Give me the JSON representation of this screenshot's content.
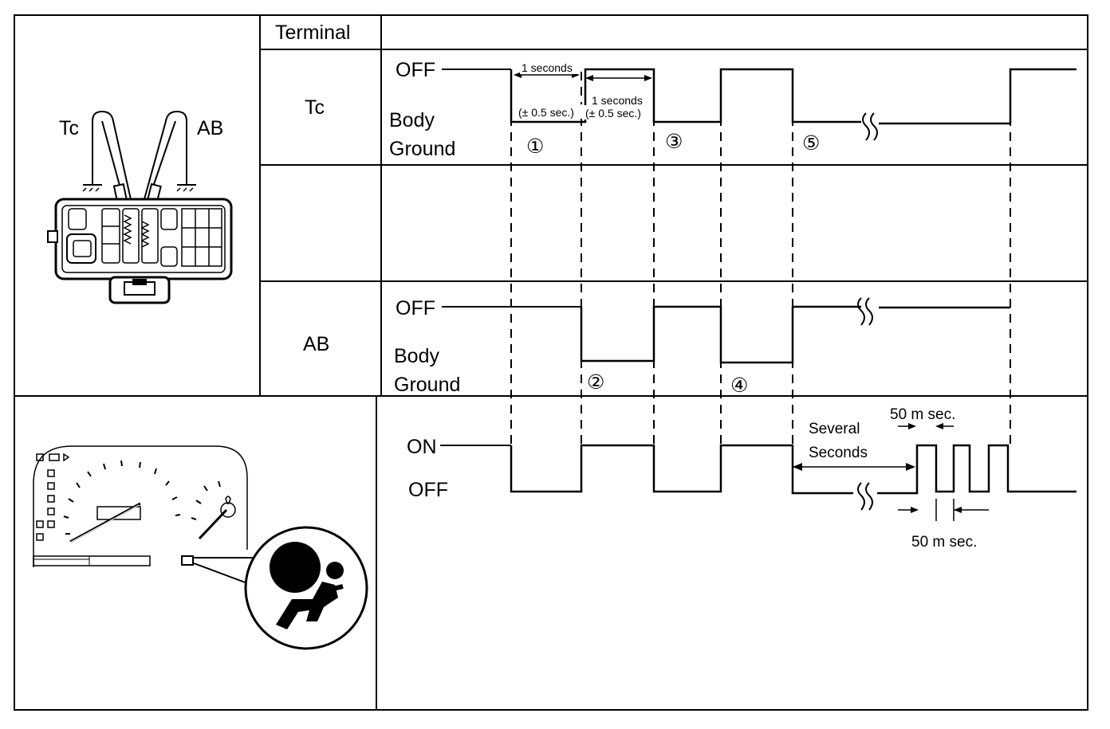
{
  "header": {
    "terminal": "Terminal"
  },
  "rows": {
    "tc": {
      "name": "Tc",
      "off": "OFF",
      "body": "Body",
      "ground": "Ground"
    },
    "ab": {
      "name": "AB",
      "off": "OFF",
      "body": "Body",
      "ground": "Ground"
    },
    "light": {
      "on": "ON",
      "off": "OFF"
    }
  },
  "connector": {
    "tc_label": "Tc",
    "ab_label": "AB"
  },
  "annotations": {
    "seconds_1": "1 seconds",
    "tolerance_1": "(± 0.5 sec.)",
    "seconds_2": "1 seconds",
    "tolerance_2": "(± 0.5 sec.)",
    "several": "Several",
    "seconds_word": "Seconds",
    "ms_top": "50 m sec.",
    "ms_bottom": "50 m sec."
  },
  "steps": [
    "①",
    "②",
    "③",
    "④",
    "⑤"
  ],
  "icons": [
    "connector-illustration-icon",
    "instrument-cluster-icon",
    "airbag-warning-icon",
    "ground-symbol-icon",
    "break-mark-icon"
  ]
}
